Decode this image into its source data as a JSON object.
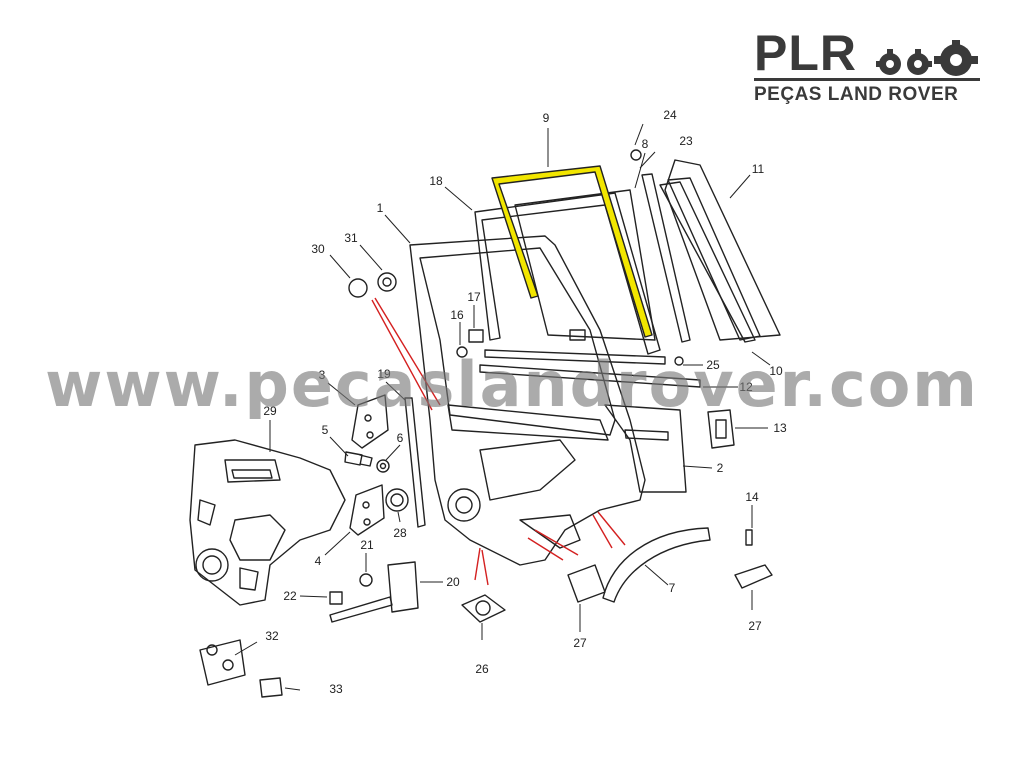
{
  "logo": {
    "brand": "PLR",
    "tagline": "PEÇAS LAND ROVER"
  },
  "watermark": "www.pecaslandrover.com",
  "highlight_color": "#f2e600",
  "leader_color": "#d42020",
  "callouts": [
    {
      "id": "c1",
      "label": "1"
    },
    {
      "id": "c2",
      "label": "2"
    },
    {
      "id": "c3",
      "label": "3"
    },
    {
      "id": "c4",
      "label": "4"
    },
    {
      "id": "c5",
      "label": "5"
    },
    {
      "id": "c6",
      "label": "6"
    },
    {
      "id": "c7",
      "label": "7"
    },
    {
      "id": "c8",
      "label": "8"
    },
    {
      "id": "c9",
      "label": "9"
    },
    {
      "id": "c10",
      "label": "10"
    },
    {
      "id": "c11",
      "label": "11"
    },
    {
      "id": "c12",
      "label": "12"
    },
    {
      "id": "c13",
      "label": "13"
    },
    {
      "id": "c14",
      "label": "14"
    },
    {
      "id": "c16",
      "label": "16"
    },
    {
      "id": "c17",
      "label": "17"
    },
    {
      "id": "c18",
      "label": "18"
    },
    {
      "id": "c19",
      "label": "19"
    },
    {
      "id": "c20",
      "label": "20"
    },
    {
      "id": "c21",
      "label": "21"
    },
    {
      "id": "c22",
      "label": "22"
    },
    {
      "id": "c23",
      "label": "23"
    },
    {
      "id": "c24",
      "label": "24"
    },
    {
      "id": "c25",
      "label": "25"
    },
    {
      "id": "c26",
      "label": "26"
    },
    {
      "id": "c27a",
      "label": "27"
    },
    {
      "id": "c27b",
      "label": "27"
    },
    {
      "id": "c28",
      "label": "28"
    },
    {
      "id": "c29",
      "label": "29"
    },
    {
      "id": "c30",
      "label": "30"
    },
    {
      "id": "c31",
      "label": "31"
    },
    {
      "id": "c32",
      "label": "32"
    },
    {
      "id": "c33",
      "label": "33"
    }
  ]
}
